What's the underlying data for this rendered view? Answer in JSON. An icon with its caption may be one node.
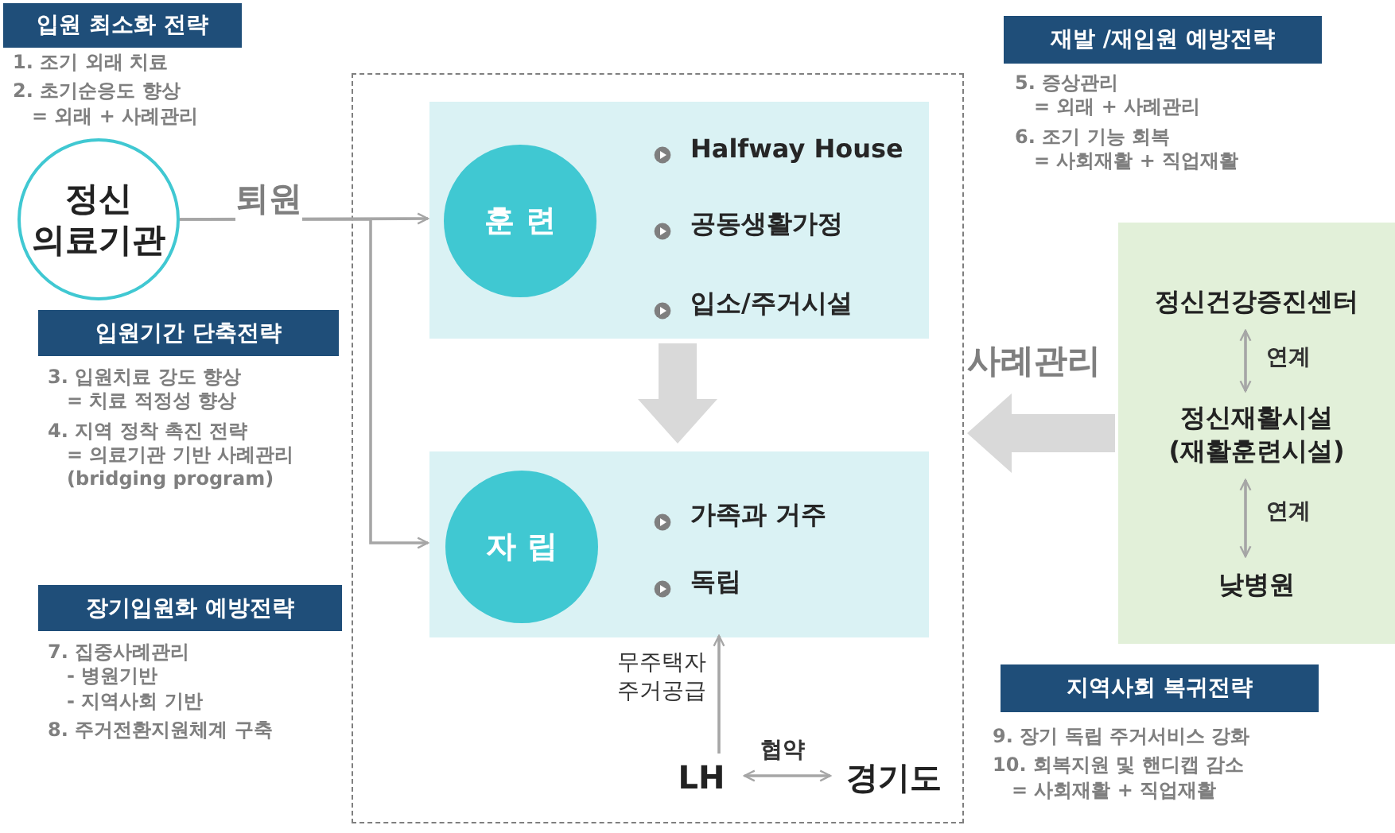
{
  "diagram": {
    "nodes": [
      {
        "text": [],
        "shape": "box"
      },
      {
        "text": [
          "Halfway House",
          "공동생활가정",
          "입소/주거시설"
        ],
        "in": 0
      },
      {
        "text": [
          "훈 련"
        ],
        "in": 1
      },
      {
        "text": [
          "가족과 거주",
          "독립"
        ],
        "in": 0
      },
      {
        "text": [
          "자 립"
        ],
        "in": 3
      },
      {
        "text": [
          "정신 의료기관"
        ]
      },
      {
        "text": [],
        "shape": "box"
      },
      {
        "text": [
          "정신건강증진센터"
        ],
        "in": 6
      },
      {
        "text": [
          "정신재활시설 (재활훈련시설)"
        ],
        "in": 6
      },
      {
        "text": [
          "낮병원"
        ],
        "in": 6
      },
      {
        "text": [
          "LH"
        ],
        "in": 0
      },
      {
        "text": [
          "경기도"
        ],
        "in": 0
      },
      {
        "text": [
          "입원 최소화 전략"
        ],
        "beside": [
          "1. 조기 외래 치료",
          "2. 초기순응도 향상 = 외래 + 사례관리"
        ]
      },
      {
        "text": [
          "입원기간 단축전략"
        ],
        "beside": [
          "3. 입원치료 강도 향상 = 치료 적정성 향상",
          "4. 지역 정착 촉진 전략 = 의료기관 기반 사례관리 (bridging program)"
        ]
      },
      {
        "text": [
          "장기입원화 예방전략"
        ],
        "beside": [
          "7. 집중사례관리 - 병원기반 - 지역사회 기반",
          "8. 주거전환지원체계 구축"
        ]
      },
      {
        "text": [
          "재발 /재입원 예방전략"
        ],
        "beside": [
          "5. 증상관리 = 외래 + 사례관리",
          "6. 조기 기능 회복 = 사회재활 + 직업재활"
        ]
      },
      {
        "text": [
          "지역사회 복귀전략"
        ],
        "beside": [
          "9. 장기 독립 주거서비스 강화",
          "10. 회복지원 및 핸디캡 감소 = 사회재활 + 직업재활"
        ]
      }
    ],
    "edges": [
      {
        "from": 5,
        "to": 1,
        "arrow": "to",
        "label": "퇴원"
      },
      {
        "from": 5,
        "to": 3,
        "arrow": "to"
      },
      {
        "from": 1,
        "to": 3,
        "arrow": "to",
        "style": "thick"
      },
      {
        "from": 6,
        "to": 0,
        "arrow": "to",
        "style": "thick",
        "label": "사례관리"
      },
      {
        "from": 7,
        "to": 8,
        "arrow": "both",
        "label": "연계"
      },
      {
        "from": 8,
        "to": 9,
        "arrow": "both",
        "label": "연계"
      },
      {
        "from": 10,
        "to": 3,
        "arrow": "to",
        "label": "무주택자 주거공급"
      },
      {
        "from": 10,
        "to": 11,
        "arrow": "both",
        "label": "협약"
      }
    ]
  }
}
